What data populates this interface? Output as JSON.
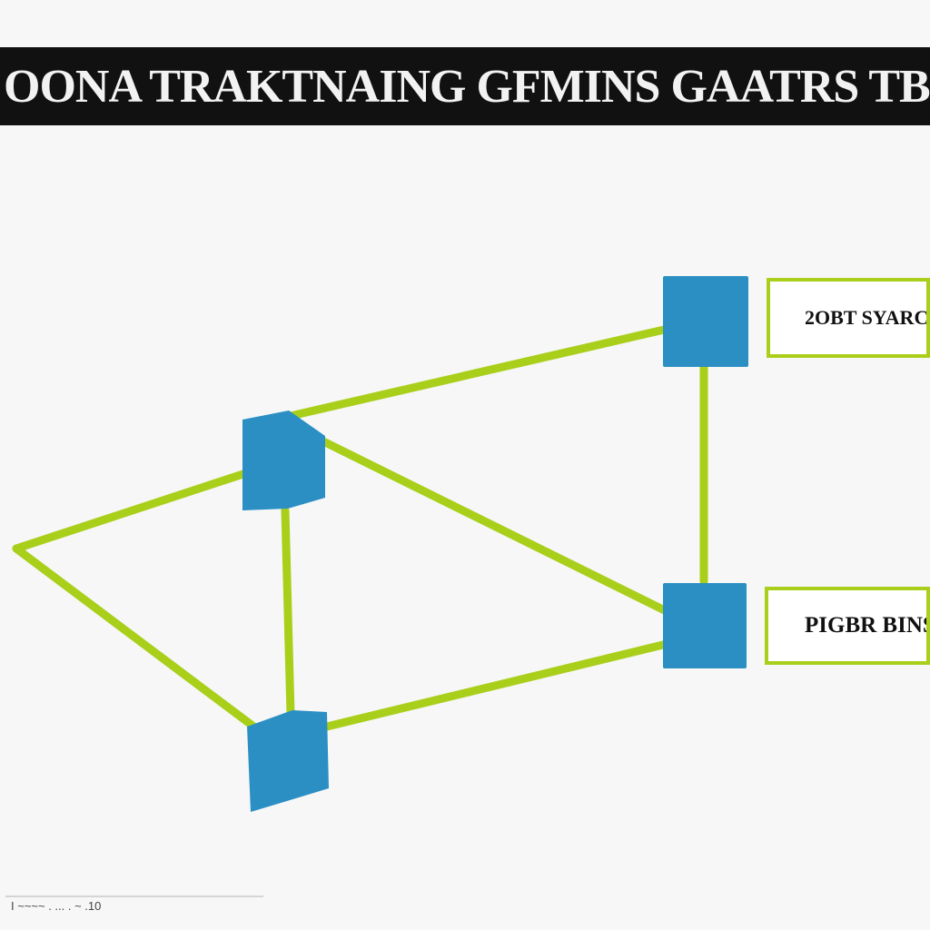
{
  "title": "OONA TRAKTNAING GFMINS GAATRS TBADIN",
  "labels": {
    "top": "2OBT SYARC",
    "bottom": "PIGBR BINSG"
  },
  "footer": {
    "text": "I ~~~~ .  ...  .  ~ .10"
  },
  "colors": {
    "title_bar": "#111111",
    "node": "#2b8fc4",
    "edge": "#a9cf1a",
    "label_border": "#a9cf1a"
  },
  "nodes": [
    "node-a",
    "node-b",
    "node-c",
    "node-d"
  ],
  "edges": [
    [
      "node-b",
      "node-a"
    ],
    [
      "node-b",
      "node-d"
    ],
    [
      "node-b",
      "node-c"
    ],
    [
      "node-a",
      "node-d"
    ],
    [
      "node-c",
      "node-d"
    ],
    [
      "left-vertex",
      "node-b"
    ],
    [
      "left-vertex",
      "node-c"
    ]
  ]
}
